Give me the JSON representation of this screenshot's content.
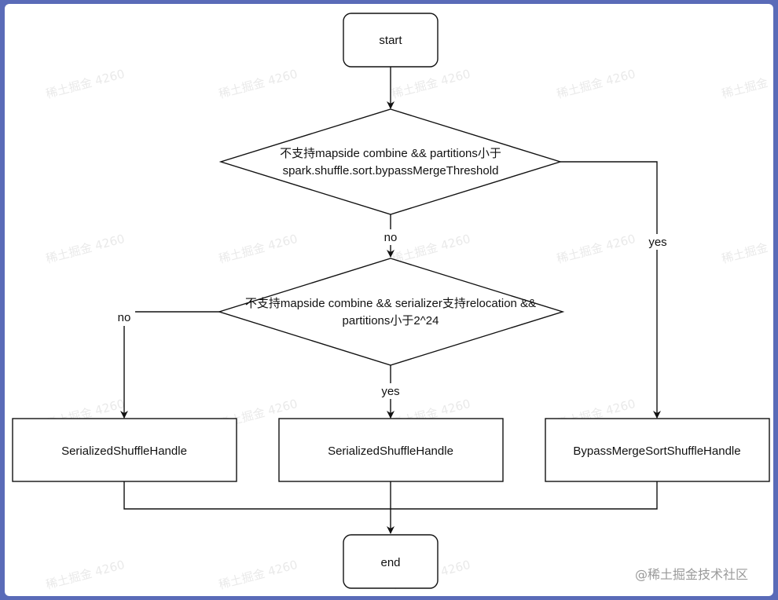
{
  "nodes": {
    "start": {
      "label": "start"
    },
    "decision1": {
      "line1": "不支持mapside combine &&  partitions小于",
      "line2": "spark.shuffle.sort.bypassMergeThreshold"
    },
    "decision2": {
      "line1": "不支持mapside combine &&  serializer支持relocation &&",
      "line2": "partitions小于2^24"
    },
    "handle_left": {
      "label": "SerializedShuffleHandle"
    },
    "handle_middle": {
      "label": "SerializedShuffleHandle"
    },
    "handle_right": {
      "label": "BypassMergeSortShuffleHandle"
    },
    "end": {
      "label": "end"
    }
  },
  "edges": {
    "d1_no": "no",
    "d1_yes": "yes",
    "d2_no": "no",
    "d2_yes": "yes"
  },
  "watermark": {
    "brand": "@稀土掘金技术社区"
  }
}
